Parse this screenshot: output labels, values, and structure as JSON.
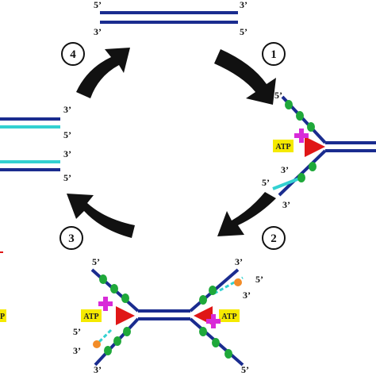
{
  "colors": {
    "old_strand": "#1a2c8f",
    "new_strand": "#33d1d1",
    "helicase": "#e01616",
    "atp_box": "#f5ea00",
    "ssb": "#1fa83a",
    "phosphate": "#d82bd8",
    "primase": "#f28c28",
    "arrow": "#111111"
  },
  "steps": {
    "one": "1",
    "two": "2",
    "three": "3",
    "four": "4"
  },
  "top_duplex": {
    "a": "5’",
    "b": "3’",
    "c": "3’",
    "d": "5’"
  },
  "left_products": {
    "a": "3’",
    "b": "5’",
    "c": "3’",
    "d": "5’"
  },
  "right_fork": {
    "atp": "ATP",
    "a": "5’",
    "b": "3’",
    "c": "5’",
    "d": "3’"
  },
  "bottom_fork": {
    "left_atp": "ATP",
    "right_atp": "ATP",
    "a": "5’",
    "b": "5’",
    "c": "3’",
    "d": "3’",
    "e": "3’",
    "f": "5’",
    "g": "3’",
    "h": "5’"
  },
  "edge_fragment": "P"
}
